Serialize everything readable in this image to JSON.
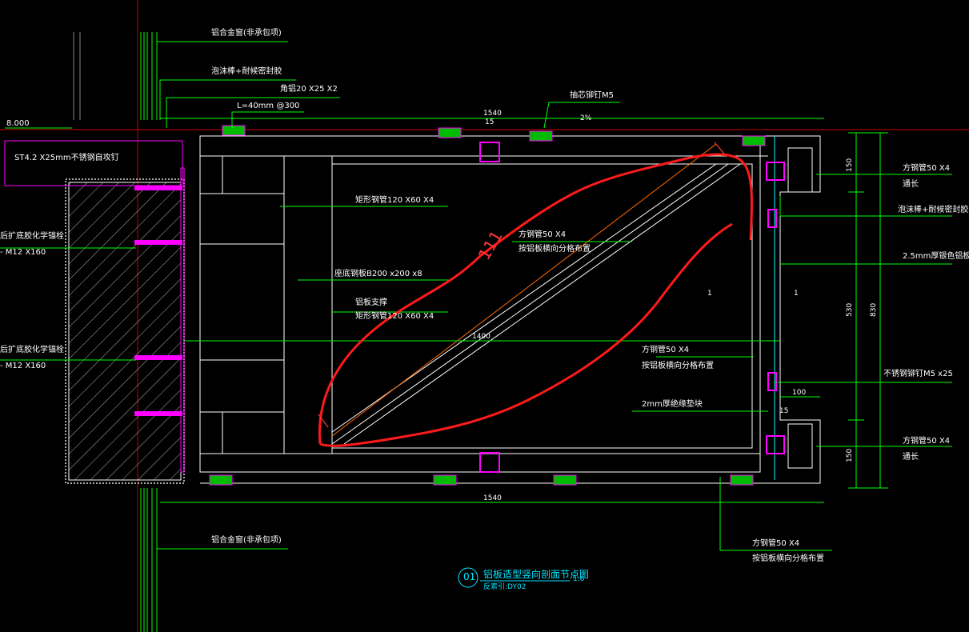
{
  "drawing": {
    "title": "铝板造型竖向剖面节点图",
    "number": "01",
    "scale": "1:6",
    "reference": "反索引:DY02"
  },
  "labels": {
    "top_frame": "铝合金窗(非承包项)",
    "foam_sealant_top": "泡沫棒+耐候密封胶",
    "angle_steel": "角铝20 X25 X2",
    "spacing": "L=40mm @300",
    "rivet": "抽芯铆钉M5",
    "screw": "ST4.2 X25mm不锈钢自攻钉",
    "elevation": "8.000",
    "rect_tube_top": "矩形钢管120 X60 X4",
    "square_tube_diag": "方钢管50 X4",
    "square_tube_diag_2": "按铝板横向分格布置",
    "base_plate": "座底钢板B200 x200 x8",
    "support": "铝板支撑",
    "rect_tube_mid": "矩形钢管120 X60 X4",
    "anchor_top_1": "后扩底胶化学锚栓",
    "anchor_top_2": "- M12 X160",
    "anchor_bot_1": "后扩底胶化学锚栓",
    "anchor_bot_2": "- M12 X160",
    "square_tube_mid": "方钢管50 X4",
    "square_tube_mid_2": "按铝板横向分格布置",
    "insulation": "2mm厚绝缘垫块",
    "bottom_frame": "铝合金窗(非承包项)",
    "square_tube_bot": "方钢管50 X4",
    "square_tube_bot_2": "按铝板横向分格布置",
    "right_tube_top": "方钢管50 X4",
    "right_tube_top_2": "通长",
    "right_foam": "泡沫棒+耐候密封胶",
    "right_panel": "2.5mm厚银色铝板",
    "right_rivet": "不锈钢铆钉M5 x25",
    "right_tube_bot": "方钢管50 X4",
    "right_tube_bot_2": "通长"
  },
  "dimensions": {
    "top_width": "1540",
    "bottom_width": "1540",
    "diag": "1400",
    "slope": "2%",
    "d15_top": "15",
    "d15_bot": "15",
    "d150_top": "150",
    "d530": "530",
    "d830": "830",
    "d150_bot": "150",
    "d100": "100",
    "sect_1a": "1",
    "sect_1b": "1",
    "handwritten": "111"
  },
  "colors": {
    "background": "#000000",
    "lines": "#ffffff",
    "leaders": "#00ff00",
    "magenta": "#ff00ff",
    "markup": "#ff1a1a",
    "title": "#00e5ff"
  }
}
